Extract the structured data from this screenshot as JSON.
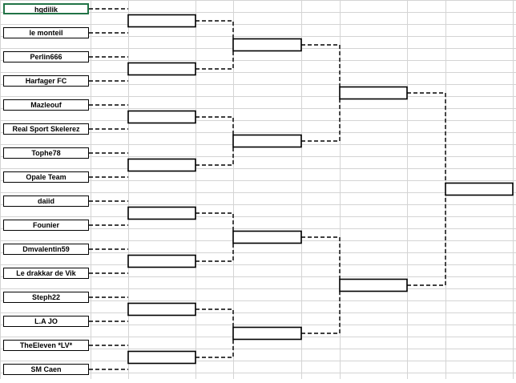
{
  "bracket": {
    "teams": [
      "hgdilik",
      "le monteil",
      "Perlin666",
      "Harfager FC",
      "Mazleouf",
      "Real Sport Skelerez",
      "Tophe78",
      "Opale Team",
      "daiid",
      "Founier",
      "Dmvalentin59",
      "Le drakkar de Vik",
      "Steph22",
      "L.A JO",
      "TheEleven *LV*",
      "SM Caen"
    ],
    "selected_team_index": 0,
    "round2_winners": [
      "",
      "",
      "",
      "",
      "",
      "",
      "",
      ""
    ],
    "round3_winners": [
      "",
      "",
      "",
      ""
    ],
    "round4_winners": [
      "",
      ""
    ],
    "champion": ""
  },
  "colors": {
    "grid_line": "#d4d4d4",
    "box_border": "#000000",
    "selection_border": "#217346"
  }
}
